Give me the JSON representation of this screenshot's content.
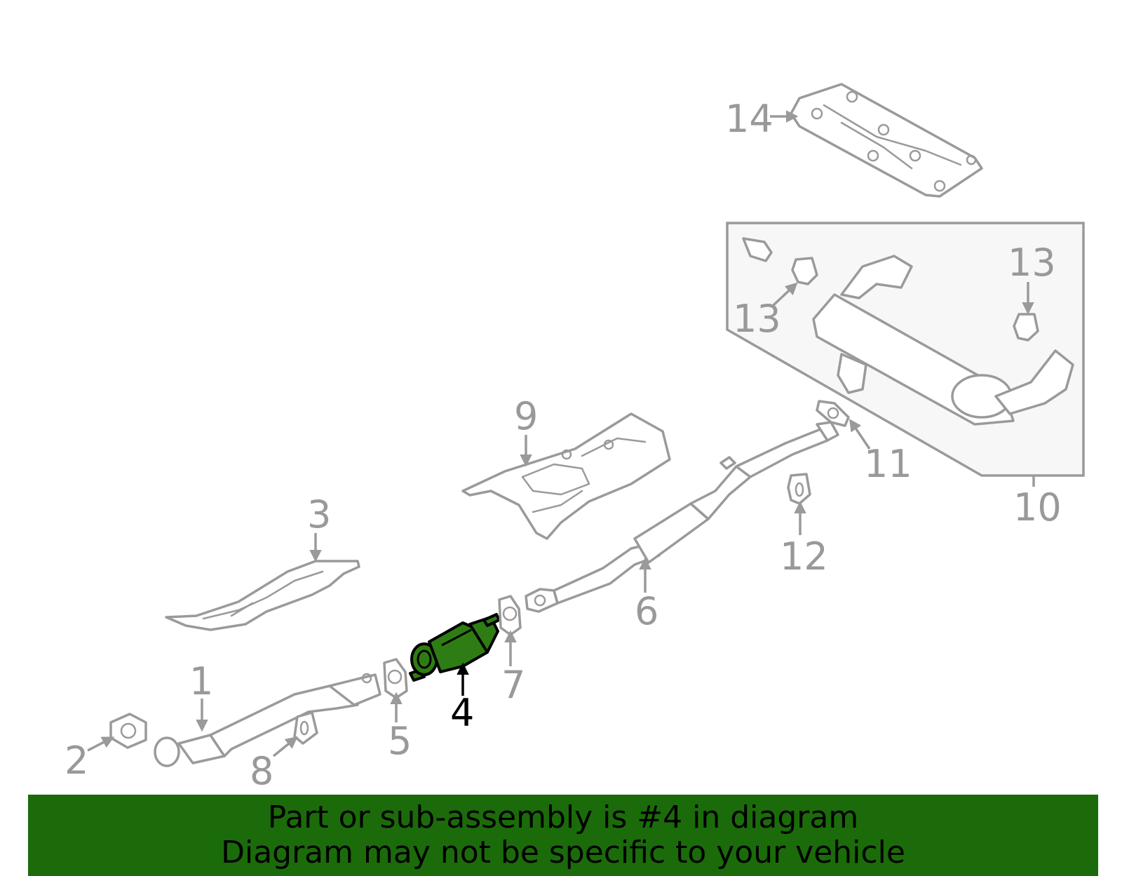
{
  "callouts": [
    {
      "id": "1",
      "label": "1"
    },
    {
      "id": "2",
      "label": "2"
    },
    {
      "id": "3",
      "label": "3"
    },
    {
      "id": "4",
      "label": "4"
    },
    {
      "id": "5",
      "label": "5"
    },
    {
      "id": "6",
      "label": "6"
    },
    {
      "id": "7",
      "label": "7"
    },
    {
      "id": "8",
      "label": "8"
    },
    {
      "id": "9",
      "label": "9"
    },
    {
      "id": "10",
      "label": "10"
    },
    {
      "id": "11",
      "label": "11"
    },
    {
      "id": "12",
      "label": "12"
    },
    {
      "id": "13a",
      "label": "13"
    },
    {
      "id": "13b",
      "label": "13"
    },
    {
      "id": "14",
      "label": "14"
    }
  ],
  "highlighted_part": "4",
  "colors": {
    "highlight": "#2e7d14",
    "banner": "#1b6b0b",
    "part_stroke": "#9a9a9a"
  },
  "banner": {
    "line1": "Part or sub-assembly is #4 in diagram",
    "line2": "Diagram may not be specific to your vehicle"
  }
}
